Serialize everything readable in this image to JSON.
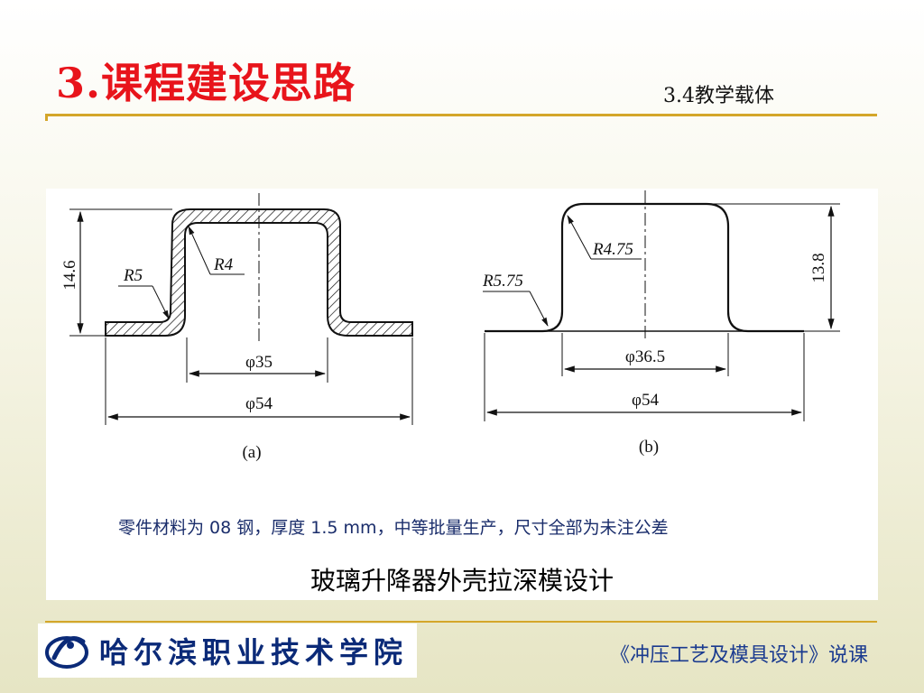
{
  "header": {
    "title": "3.课程建设思路",
    "section": "3.4教学载体"
  },
  "figure": {
    "a": {
      "label": "(a)",
      "height": "14.6",
      "outer_radius": "R5",
      "inner_radius": "R4",
      "inner_diameter": "φ35",
      "outer_diameter": "φ54"
    },
    "b": {
      "label": "(b)",
      "height": "13.8",
      "outer_radius": "R5.75",
      "inner_radius": "R4.75",
      "inner_diameter": "φ36.5",
      "outer_diameter": "φ54"
    },
    "note": "零件材料为 08 钢，厚度 1.5 mm，中等批量生产，尺寸全部为未注公差",
    "caption": "玻璃升降器外壳拉深模设计"
  },
  "footer": {
    "school": "哈尔滨职业技术学院",
    "course": "《冲压工艺及模具设计》说课"
  },
  "colors": {
    "title": "#e8141b",
    "rule": "#d4a62a",
    "school": "#0b2a78"
  }
}
